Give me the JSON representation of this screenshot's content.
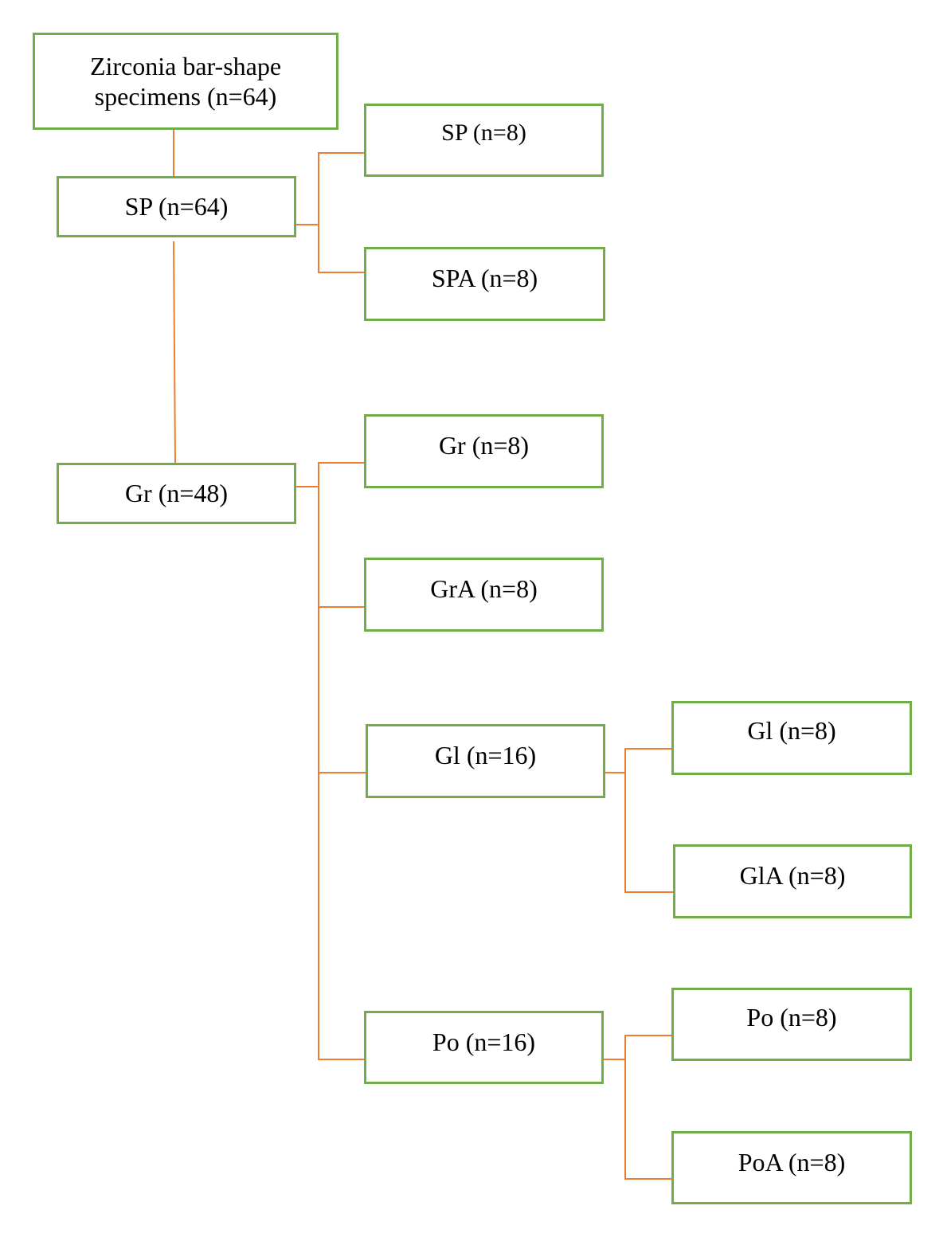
{
  "diagram": {
    "type": "tree",
    "colors": {
      "box_border": "#70ad47",
      "connector": "#ed7d31",
      "text": "#000000",
      "background": "#ffffff"
    },
    "nodes": {
      "root": "Zirconia bar-shape\nspecimens (n=64)",
      "sp_64": "SP (n=64)",
      "gr_48": "Gr (n=48)",
      "sp_8": "SP (n=8)",
      "spa_8": "SPA (n=8)",
      "gr_8": "Gr (n=8)",
      "gra_8": "GrA (n=8)",
      "gl_16": "Gl (n=16)",
      "po_16": "Po (n=16)",
      "gl_8": "Gl (n=8)",
      "gla_8": "GlA (n=8)",
      "po_8": "Po (n=8)",
      "poa_8": "PoA (n=8)"
    },
    "edges": [
      [
        "root",
        "sp_64"
      ],
      [
        "sp_64",
        "gr_48"
      ],
      [
        "sp_64",
        "sp_8"
      ],
      [
        "sp_64",
        "spa_8"
      ],
      [
        "gr_48",
        "gr_8"
      ],
      [
        "gr_48",
        "gra_8"
      ],
      [
        "gr_48",
        "gl_16"
      ],
      [
        "gr_48",
        "po_16"
      ],
      [
        "gl_16",
        "gl_8"
      ],
      [
        "gl_16",
        "gla_8"
      ],
      [
        "po_16",
        "po_8"
      ],
      [
        "po_16",
        "poa_8"
      ]
    ]
  }
}
